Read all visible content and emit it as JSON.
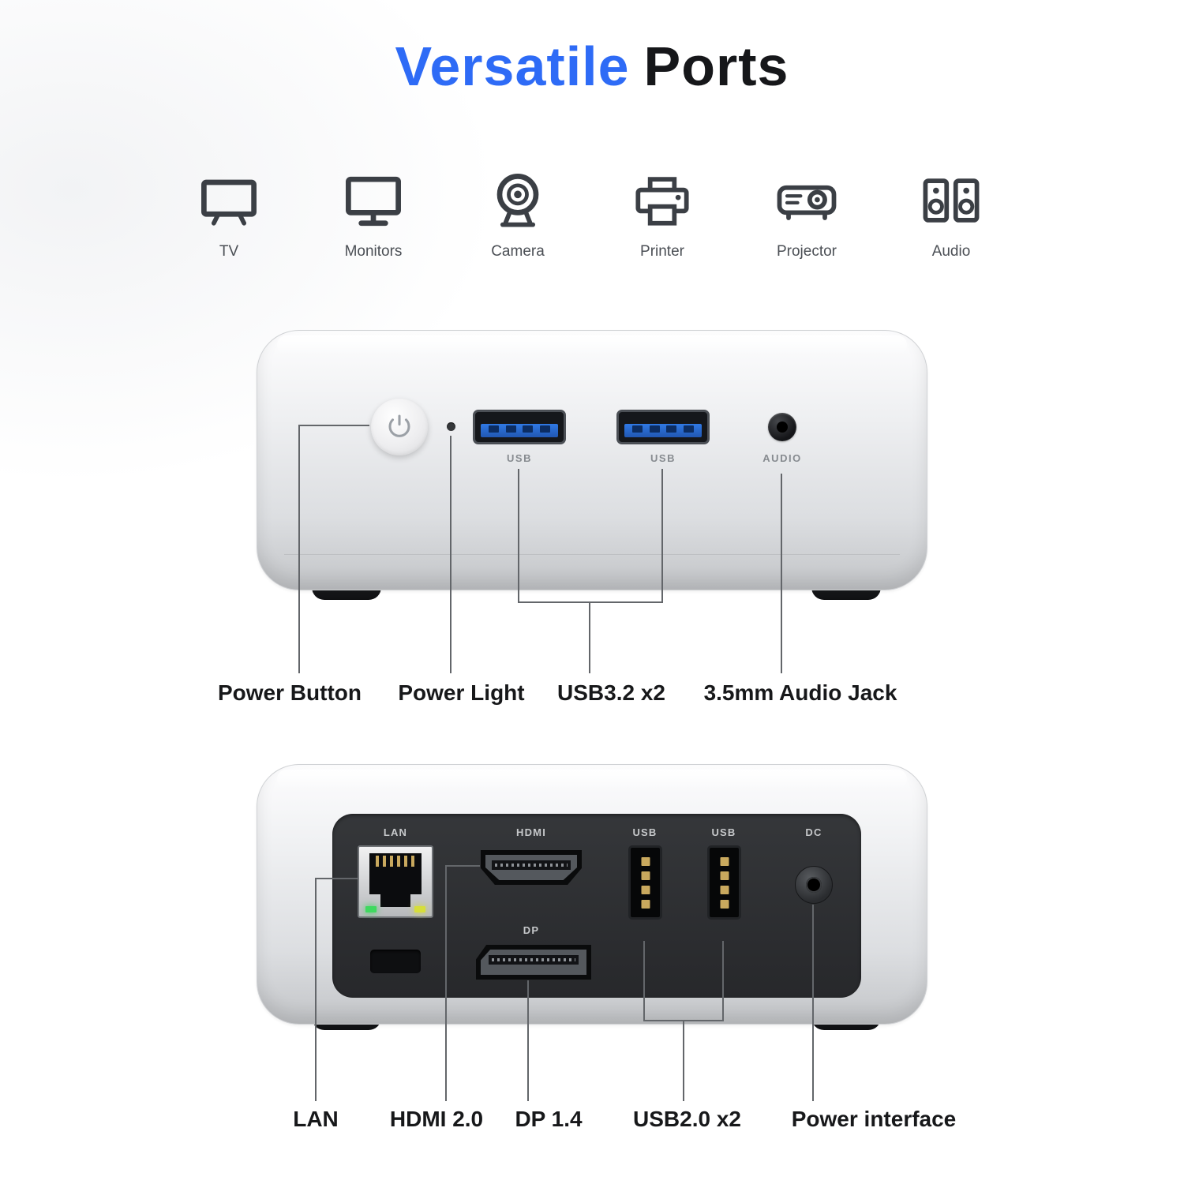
{
  "title": {
    "part1": "Versatile",
    "part2": "Ports"
  },
  "colors": {
    "accent": "#2e6bf6",
    "heading_dark": "#16171a",
    "usb3_blue": "#2e73d9",
    "line_gray": "#63666a",
    "led_green": "#3fd95f",
    "led_yellow": "#d6de3a",
    "device_silver": "#dcdee1",
    "panel_dark": "#2b2c2e"
  },
  "icon_row": {
    "items": [
      {
        "icon": "tv-icon",
        "label": "TV"
      },
      {
        "icon": "monitors-icon",
        "label": "Monitors"
      },
      {
        "icon": "camera-icon",
        "label": "Camera"
      },
      {
        "icon": "printer-icon",
        "label": "Printer"
      },
      {
        "icon": "projector-icon",
        "label": "Projector"
      },
      {
        "icon": "audio-icon",
        "label": "Audio"
      }
    ]
  },
  "front_view": {
    "ports": {
      "usb1_label": "USB",
      "usb2_label": "USB",
      "audio_label": "AUDIO"
    },
    "callouts": {
      "power_button": "Power Button",
      "power_light": "Power Light",
      "usb": "USB3.2 x2",
      "audio_jack": "3.5mm Audio Jack"
    }
  },
  "back_view": {
    "ports": {
      "lan_label": "LAN",
      "hdmi_label": "HDMI",
      "dp_label": "DP",
      "usb1_label": "USB",
      "usb2_label": "USB",
      "dc_label": "DC"
    },
    "callouts": {
      "lan": "LAN",
      "hdmi": "HDMI 2.0",
      "dp": "DP 1.4",
      "usb": "USB2.0 x2",
      "power": "Power interface"
    }
  }
}
